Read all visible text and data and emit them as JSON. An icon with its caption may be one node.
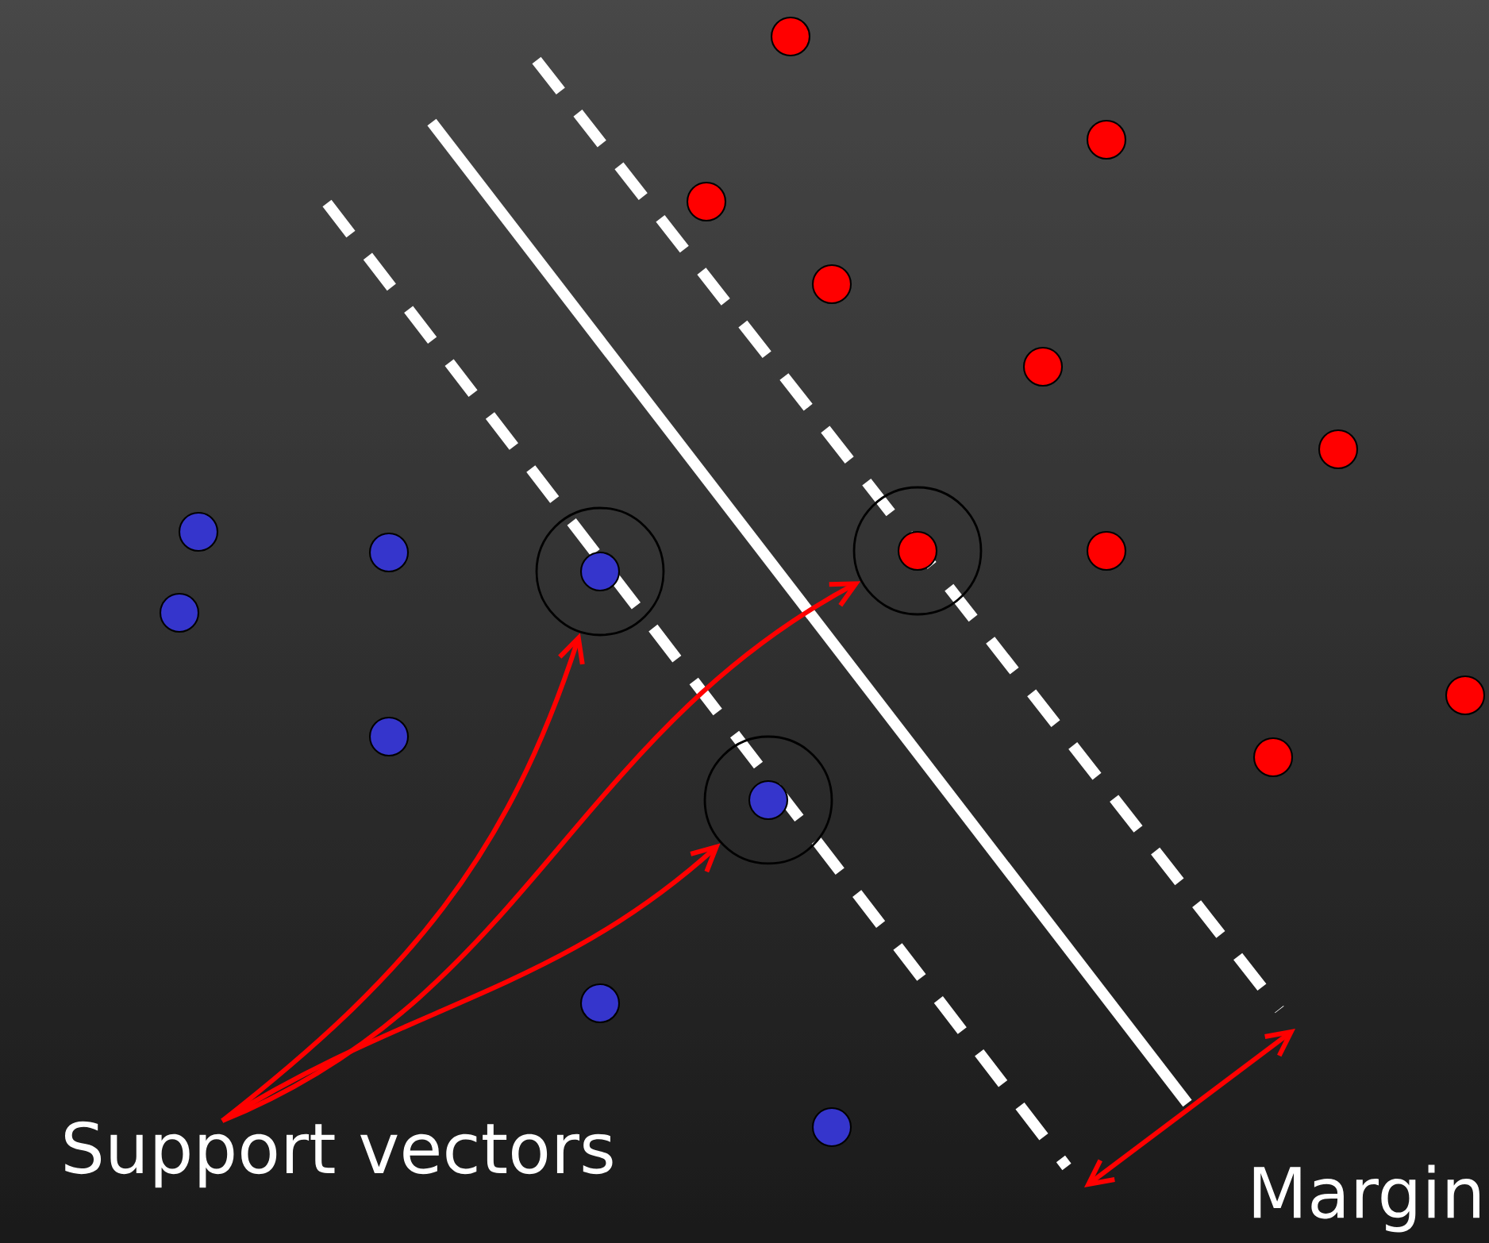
{
  "diagram": {
    "nodes": [
      {
        "text": [],
        "shape": "circle"
      },
      {
        "text": [],
        "shape": "circle"
      },
      {
        "text": [],
        "shape": "circle"
      },
      {
        "text": [
          "Support vectors"
        ]
      }
    ],
    "edges": [
      {
        "from": 3,
        "to": 0,
        "arrow": "to"
      },
      {
        "from": 3,
        "to": 2,
        "arrow": "to"
      },
      {
        "from": 3,
        "to": 1,
        "arrow": "to"
      }
    ],
    "labels": [
      "Margin"
    ]
  }
}
